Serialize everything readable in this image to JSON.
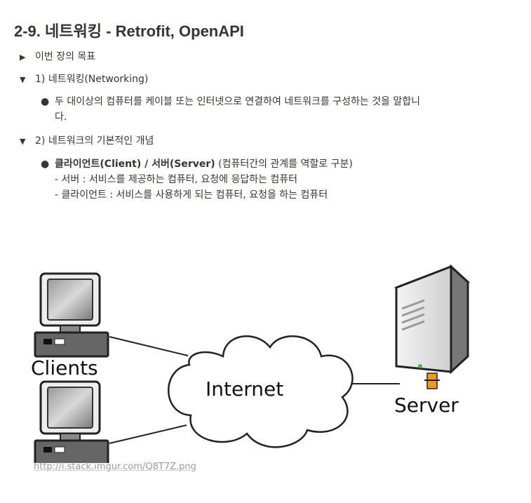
{
  "heading": {
    "num": "2-9.",
    "ko": "네트워킹",
    "suffix": "- Retrofit, OpenAPI"
  },
  "toggles": [
    {
      "label": "이번 장의 목표"
    },
    {
      "label": "1) 네트워킹(Networking)"
    },
    {
      "label": "2) 네트워크의 기본적인 개념"
    }
  ],
  "section1": {
    "line1": "두 대이상의 컴퓨터를 케이블 또는 인터넷으로 연결하여 네트워크를 구성하는 것을 말합니",
    "line2": "다."
  },
  "section2": {
    "bold": "클라이언트(Client) / 서버(Server)",
    "rest": " (컴퓨터간의 관계를 역할로 구분)",
    "server_line": "- 서버 : 서비스를 제공하는 컴퓨터, 요청에 응답하는 컴퓨터",
    "client_line": "- 클라이언트 : 서비스를 사용하게 되는 컴퓨터, 요청을 하는 컴퓨터"
  },
  "diagram": {
    "clients_label": "Clients",
    "internet_label": "Internet",
    "server_label": "Server"
  },
  "caption": "http://i.stack.imgur.com/Q8T7Z.png"
}
